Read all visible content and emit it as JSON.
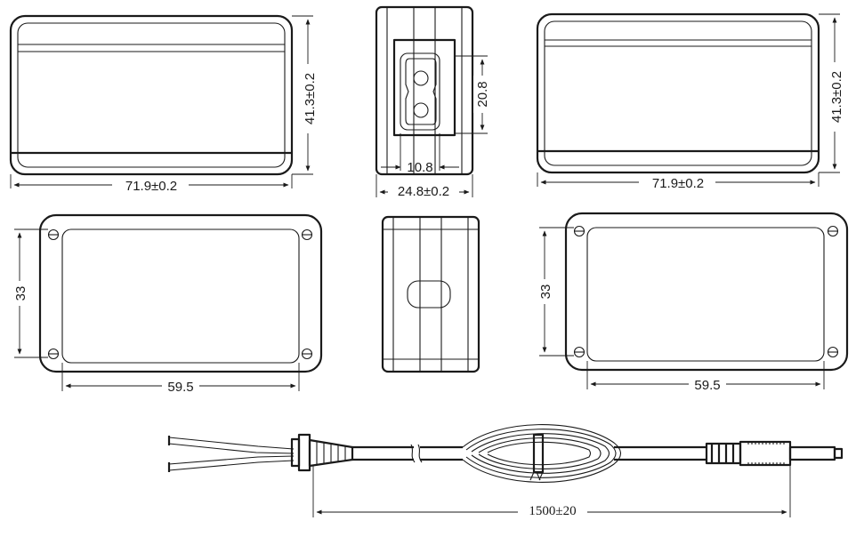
{
  "dimensions": {
    "top_front_length": "71.9±0.2",
    "top_front_height": "41.3±0.2",
    "side_socket_height": "20.8",
    "side_socket_width": "10.8",
    "side_width": "24.8±0.2",
    "bottom_hole_spacing_x": "59.5",
    "bottom_hole_spacing_y": "33",
    "cable_length": "1500±20"
  }
}
